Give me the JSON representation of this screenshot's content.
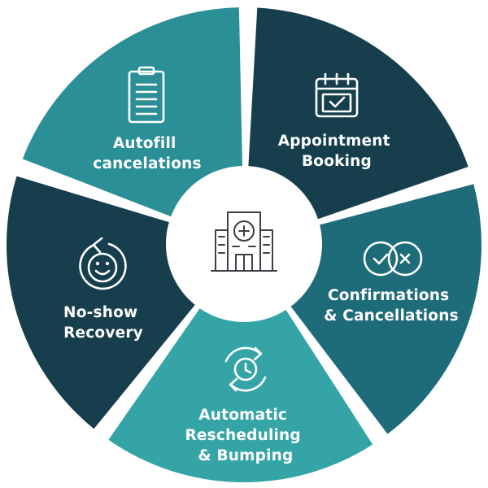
{
  "segments": [
    {
      "id": "appointment-booking",
      "lines": [
        "Appointment",
        "Booking"
      ],
      "color": "#163e4c",
      "icon": "calendar-check-icon"
    },
    {
      "id": "confirmations-cancellations",
      "lines": [
        "Confirmations",
        "& Cancellations"
      ],
      "color": "#1e6b7a",
      "icon": "check-x-circles-icon"
    },
    {
      "id": "automatic-rescheduling-bumping",
      "lines": [
        "Automatic",
        "Rescheduling",
        "& Bumping"
      ],
      "color": "#35a4a6",
      "icon": "clock-cycle-icon"
    },
    {
      "id": "no-show-recovery",
      "lines": [
        "No-show",
        "Recovery"
      ],
      "color": "#163e4c",
      "icon": "smiley-cycle-icon"
    },
    {
      "id": "autofill-cancelations",
      "lines": [
        "Autofill",
        "cancelations"
      ],
      "color": "#2a8f96",
      "icon": "clipboard-icon"
    }
  ],
  "center": {
    "icon": "hospital-icon"
  }
}
